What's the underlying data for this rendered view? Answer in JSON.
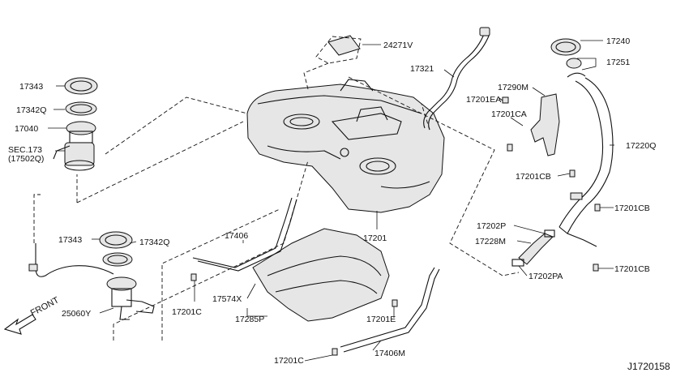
{
  "labels": {
    "l24271v": "24271V",
    "l17321": "17321",
    "l17240": "17240",
    "l17251": "17251",
    "l17343a": "17343",
    "l17342qa": "17342Q",
    "l17040": "17040",
    "lsec": "SEC.173",
    "lsec_sub": "(17502Q)",
    "l17290m": "17290M",
    "l17201ea": "17201EA",
    "l17201ca": "17201CA",
    "l17220q": "17220Q",
    "l17201cb_a": "17201CB",
    "l17201cb_b": "17201CB",
    "l17201cb_c": "17201CB",
    "l17202p": "17202P",
    "l17228m": "17228M",
    "l17202pa": "17202PA",
    "l17343b": "17343",
    "l17342qb": "17342Q",
    "l17406": "17406",
    "l17201": "17201",
    "l17574x": "17574X",
    "l17285p": "17285P",
    "l17201c_a": "17201C",
    "l17201c_b": "17201C",
    "l17201e": "17201E",
    "l17406m": "17406M",
    "l25060y": "25060Y",
    "front": "FRONT",
    "diagram_id": "J1720158"
  }
}
